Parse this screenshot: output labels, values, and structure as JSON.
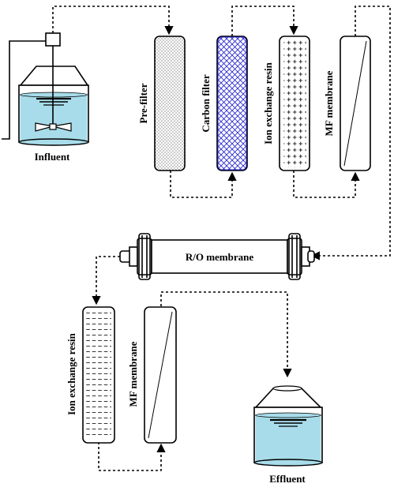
{
  "labels": {
    "influent": "Influent",
    "prefilter": "Pre-filter",
    "carbon_filter": "Carbon filter",
    "ion_exchange_1": "Ion exchange resin",
    "mf_membrane_1": "MF membrane",
    "ro_membrane": "R/O membrane",
    "ion_exchange_2": "Ion exchange resin",
    "mf_membrane_2": "MF membrane",
    "effluent": "Effluent"
  },
  "colors": {
    "water": "#a8dcea",
    "carbon_hatch": "#2a2ad0",
    "line": "#000000"
  }
}
